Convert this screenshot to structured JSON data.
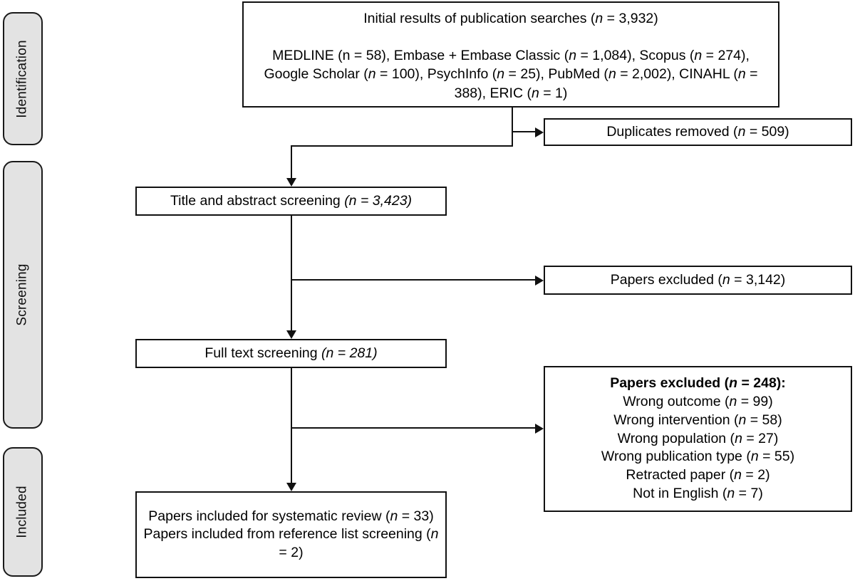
{
  "diagram": {
    "type": "prisma-flow-diagram",
    "stages": [
      {
        "id": "identification",
        "label": "Identification"
      },
      {
        "id": "screening",
        "label": "Screening"
      },
      {
        "id": "included",
        "label": "Included"
      }
    ],
    "boxes": {
      "sources": {
        "title_text": "Initial results of publication searches (n = 3,932)",
        "title_prefix": "Initial results of publication searches (",
        "title_n": "n",
        "title_suffix": " = 3,932)",
        "total": "3,932",
        "databases": [
          {
            "name": "MEDLINE",
            "n": "58"
          },
          {
            "name": "Embase + Embase Classic",
            "n": "1,084"
          },
          {
            "name": "Scopus",
            "n": "274"
          },
          {
            "name": "Google Scholar",
            "n": "100"
          },
          {
            "name": "PsychInfo",
            "n": "25"
          },
          {
            "name": "PubMed",
            "n": "2,002"
          },
          {
            "name": "CINAHL",
            "n": "388"
          },
          {
            "name": "ERIC",
            "n": "1"
          }
        ],
        "sources_text": "MEDLINE (n = 58), Embase + Embase Classic (n = 1,084), Scopus (n = 274), Google Scholar (n = 100), PsychInfo (n = 25), PubMed (n = 2,002), CINAHL (n = 388), ERIC (n = 1)"
      },
      "duplicates": {
        "label": "Duplicates removed",
        "n": "509",
        "full_text": "Duplicates removed (n = 509)"
      },
      "title_abstract": {
        "label": "Title and abstract screening",
        "n": "3,423",
        "full_text": "Title and abstract screening (n = 3,423)"
      },
      "excluded_screening": {
        "label": "Papers excluded",
        "n": "3,142",
        "full_text": "Papers excluded (n = 3,142)"
      },
      "full_text": {
        "label": "Full text screening",
        "n": "281",
        "full_text": "Full text screening (n = 281)"
      },
      "excluded_fulltext": {
        "heading_prefix": "Papers excluded (",
        "heading_n": "n",
        "heading_suffix": " = 248):",
        "heading_total": "248",
        "reasons": [
          {
            "label": "Wrong outcome",
            "n": "99"
          },
          {
            "label": "Wrong intervention",
            "n": "58"
          },
          {
            "label": "Wrong population",
            "n": "27"
          },
          {
            "label": "Wrong publication type",
            "n": "55"
          },
          {
            "label": "Retracted paper",
            "n": "2"
          },
          {
            "label": "Not in English",
            "n": "7"
          }
        ]
      },
      "included": {
        "line1_prefix": "Papers included for systematic review",
        "line1_n": "n",
        "line1_value": "33",
        "line2_prefix": "Papers included from reference list screening",
        "line2_n": "n",
        "line2_value": "2",
        "full_text": "Papers included for systematic review (n = 33) Papers included from reference list screening (n = 2)"
      }
    },
    "symbols": {
      "n_italic": "n",
      "equals": " = ",
      "open_paren": "(",
      "close_paren": ")"
    },
    "colors": {
      "stroke": "#111111",
      "pill_fill": "#e3e3e3",
      "box_fill": "#ffffff",
      "text": "#000000"
    }
  }
}
